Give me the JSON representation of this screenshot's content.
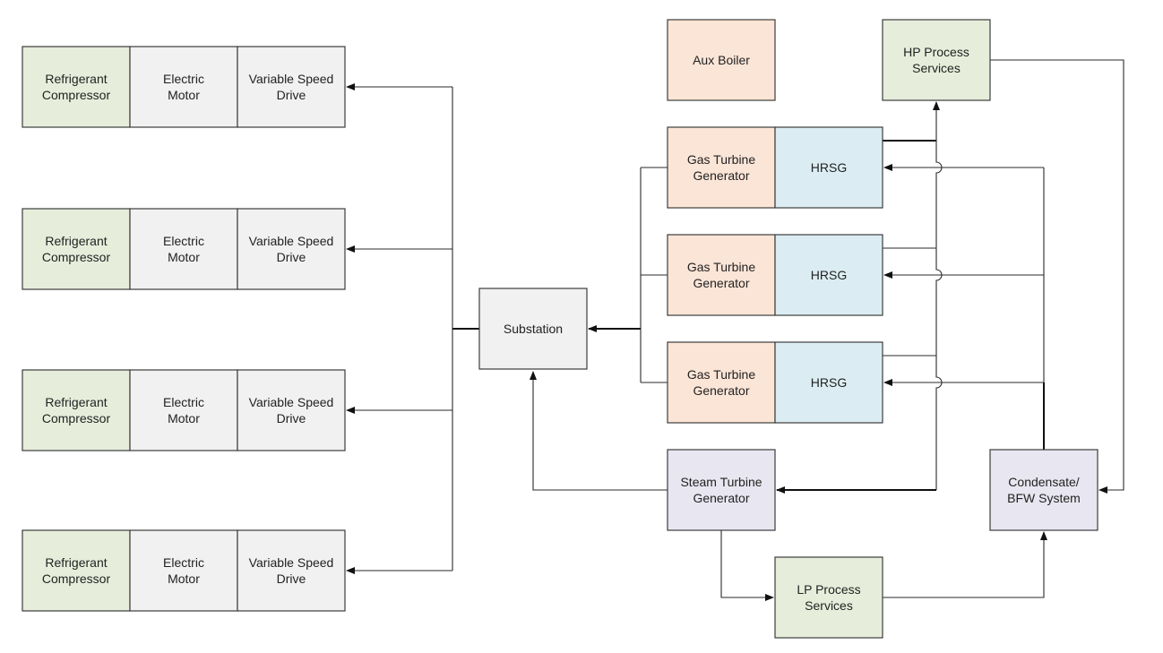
{
  "colors": {
    "green": "#e6eedb",
    "grey": "#f1f1f1",
    "orange": "#fbe5d7",
    "blue": "#dbedf3",
    "lavender": "#e8e6f0",
    "line": "#2a2a2a"
  },
  "nodes": {
    "comp1": "Refrigerant\nCompressor",
    "motor1": "Electric\nMotor",
    "vsd1": "Variable Speed\nDrive",
    "comp2": "Refrigerant\nCompressor",
    "motor2": "Electric\nMotor",
    "vsd2": "Variable Speed\nDrive",
    "comp3": "Refrigerant\nCompressor",
    "motor3": "Electric\nMotor",
    "vsd3": "Variable Speed\nDrive",
    "comp4": "Refrigerant\nCompressor",
    "motor4": "Electric\nMotor",
    "vsd4": "Variable Speed\nDrive",
    "substation": "Substation",
    "aux_boiler": "Aux Boiler",
    "hp_services": "HP Process\nServices",
    "gtg1": "Gas Turbine\nGenerator",
    "hrsg1": "HRSG",
    "gtg2": "Gas Turbine\nGenerator",
    "hrsg2": "HRSG",
    "gtg3": "Gas Turbine\nGenerator",
    "hrsg3": "HRSG",
    "stg": "Steam Turbine\nGenerator",
    "lp_services": "LP Process\nServices",
    "condensate": "Condensate/\nBFW System"
  }
}
